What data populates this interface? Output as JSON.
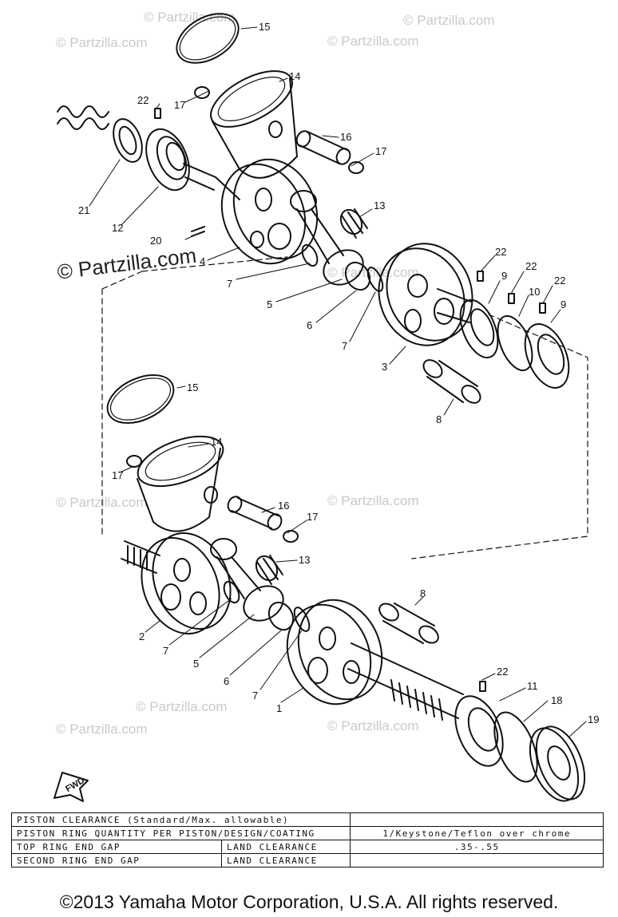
{
  "watermarks": {
    "text": "© Partzilla.com",
    "prominent": "© Partzilla.com"
  },
  "callouts": {
    "c1": "1",
    "c2": "2",
    "c3": "3",
    "c4": "4",
    "c5": "5",
    "c6": "6",
    "c7": "7",
    "c8": "8",
    "c9": "9",
    "c10": "10",
    "c11": "11",
    "c12": "12",
    "c13": "13",
    "c14": "14",
    "c15": "15",
    "c16": "16",
    "c17": "17",
    "c18": "18",
    "c19": "19",
    "c20": "20",
    "c21": "21",
    "c22": "22"
  },
  "fwd_label": "FWD",
  "spec_table": {
    "rows": [
      {
        "col1": "PISTON CLEARANCE (Standard/Max. allowable)",
        "col2": "",
        "col3": ""
      },
      {
        "col1": "PISTON RING QUANTITY PER PISTON/DESIGN/COATING",
        "col2": "",
        "col3": "1/Keystone/Teflon over chrome"
      },
      {
        "col1": "TOP RING END GAP",
        "col2": "LAND CLEARANCE",
        "col3": ".35-.55"
      },
      {
        "col1": "SECOND RING END GAP",
        "col2": "LAND CLEARANCE",
        "col3": ""
      }
    ]
  },
  "copyright": "©2013  Yamaha Motor Corporation, U.S.A. All rights reserved."
}
